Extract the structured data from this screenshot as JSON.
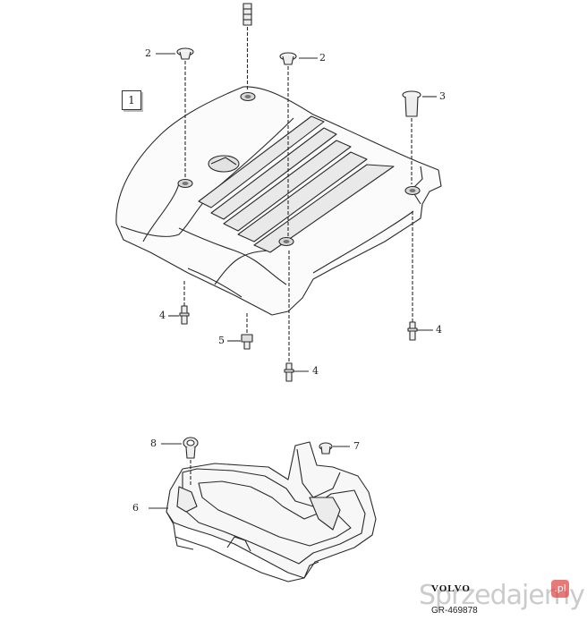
{
  "callouts": {
    "c1": "1",
    "c2a": "2",
    "c2b": "2",
    "c3": "3",
    "c4a": "4",
    "c4b": "4",
    "c4c": "4",
    "c5": "5",
    "c6": "6",
    "c7": "7",
    "c8": "8"
  },
  "brand": "VOLVO",
  "drawing_number": "GR-469878",
  "watermark": {
    "text": "Sprzedajemy",
    "badge": ".pl"
  },
  "colors": {
    "line": "#2a2a2a",
    "watermark": "#e04040"
  }
}
